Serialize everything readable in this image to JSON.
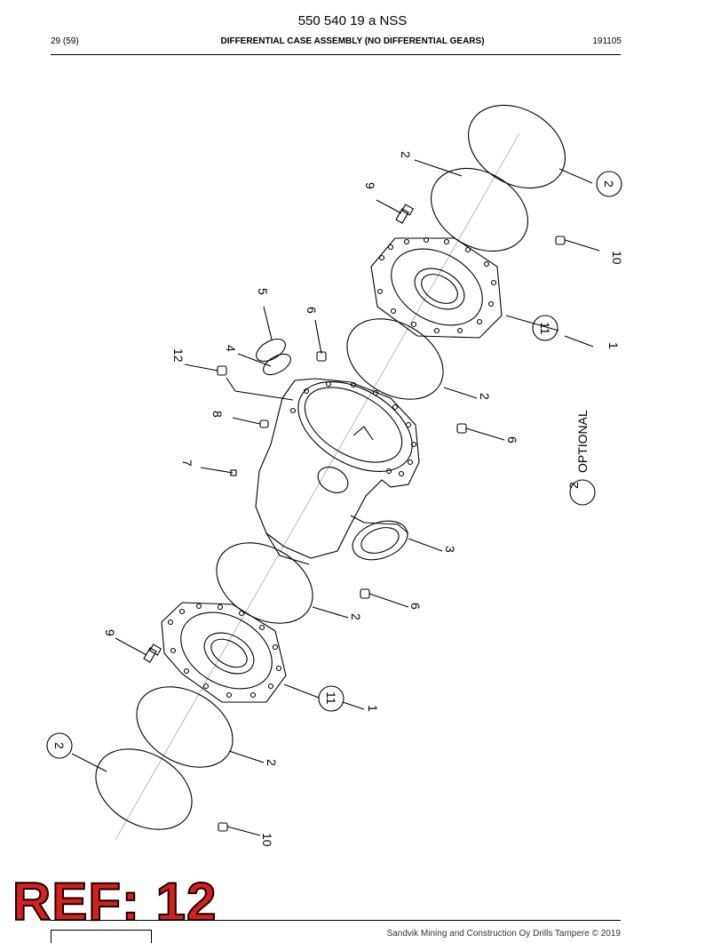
{
  "header": {
    "doc_number": "550 540 19 a NSS",
    "page": "29 (59)",
    "title": "DIFFERENTIAL CASE ASSEMBLY (NO DIFFERENTIAL GEARS)",
    "code": "191105"
  },
  "diagram": {
    "callouts": [
      "1",
      "1",
      "2",
      "2",
      "2",
      "2",
      "2",
      "2",
      "3",
      "4",
      "5",
      "6",
      "6",
      "6",
      "7",
      "8",
      "9",
      "9",
      "10",
      "10",
      "11",
      "11",
      "12"
    ],
    "legend_number": "2",
    "legend_text": "OPTIONAL"
  },
  "overlay": {
    "ref_label": "REF: 12"
  },
  "footer": {
    "copyright": "Sandvik Mining and Construction Oy Drills Tampere © 2019"
  }
}
